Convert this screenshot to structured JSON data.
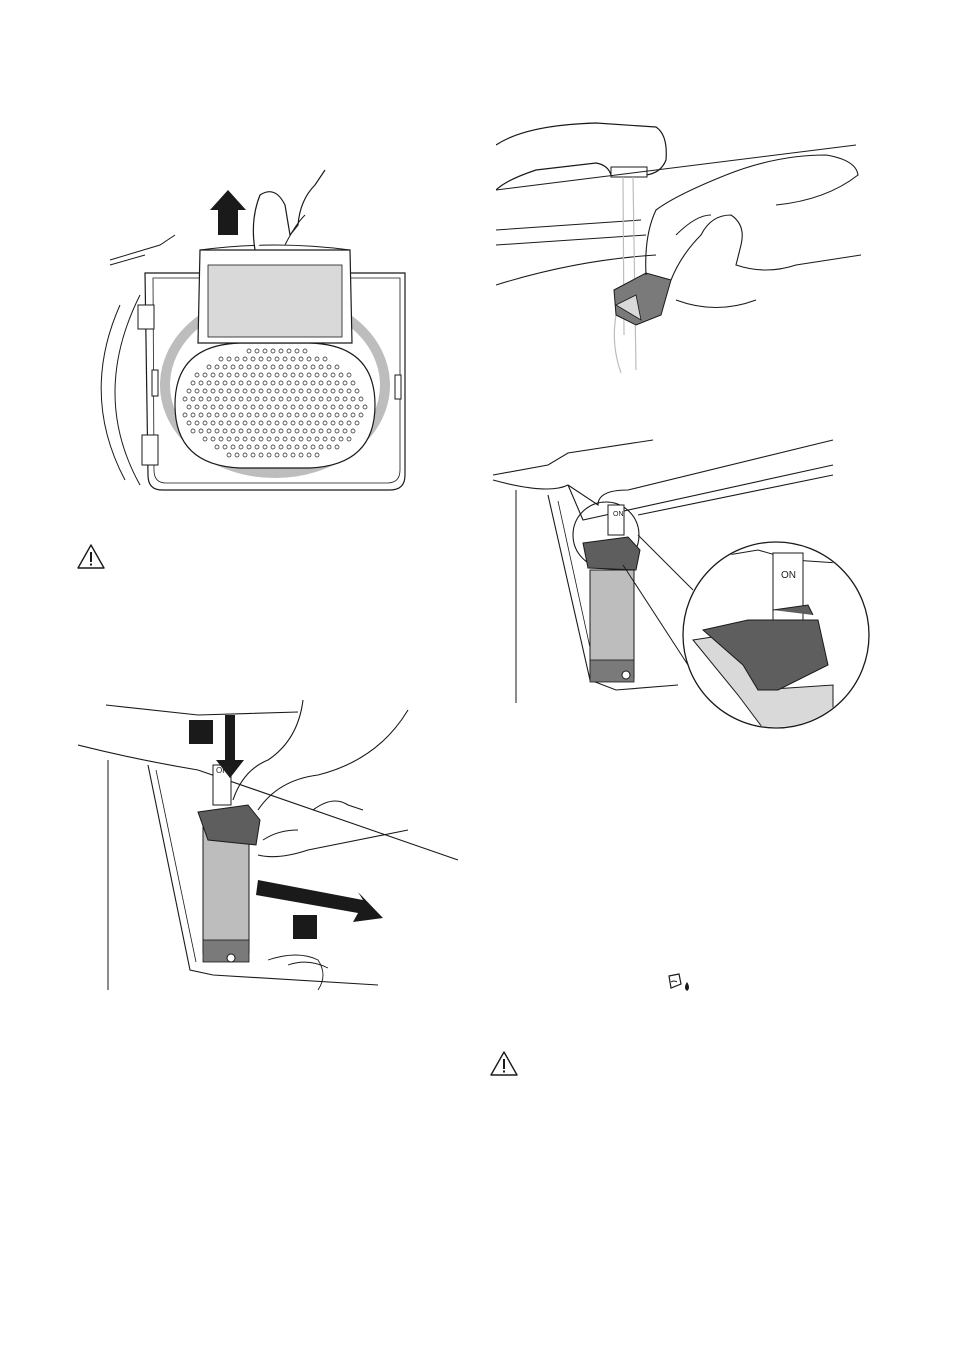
{
  "labels": {
    "off_switch": "OFF",
    "on_switch_small": "ON",
    "on_switch_zoom": "ON"
  },
  "icons": {
    "warning_top_left": "warning-triangle-icon",
    "warning_bottom_right": "warning-triangle-icon",
    "water_drop_symbol": "water-drop-icon"
  },
  "colors": {
    "line": "#1a1a1a",
    "grey_light": "#d9d9d9",
    "grey_mid": "#bdbdbd",
    "grey_dark": "#7a7a7a",
    "grey_darker": "#5e5e5e"
  }
}
